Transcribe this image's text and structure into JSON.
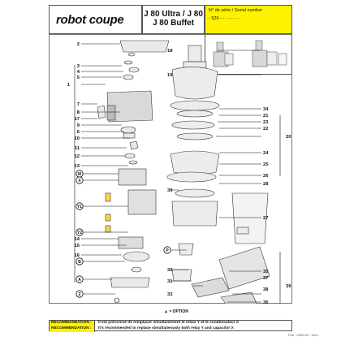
{
  "header": {
    "logo_text": "robot coupe",
    "model_line1": "J 80 Ultra / J 80",
    "model_line2": "J 80 Buffet",
    "serial_label": "N° de série / Serial number",
    "serial_value": "- 520 - - - - - - - -"
  },
  "legend": {
    "option_marker": "▲",
    "option_text": "= OPTION"
  },
  "recommendation": {
    "label_fr": "RECOMMANDATION :",
    "label_en": "RECOMMENDATION :",
    "text_fr": "Il est préconisé de remplacer simultanément le relais Y et le condensateur X",
    "text_en": "It's recommended to replace simultaneously both relay Y and capacitor X"
  },
  "footer": {
    "ref": "Pub : 0000.00 - Vers."
  },
  "callouts_left": [
    "2",
    "3",
    "4",
    "5",
    "1",
    "7",
    "8",
    "17",
    "9",
    "6",
    "10",
    "11",
    "12",
    "13",
    "M",
    "X",
    "Y1",
    "Y2",
    "14",
    "15",
    "16",
    "B",
    "A",
    "Z"
  ],
  "callouts_right": [
    "18",
    "19",
    "34",
    "21",
    "23",
    "22",
    "20",
    "24",
    "25",
    "26",
    "28",
    "30",
    "27",
    "P",
    "32",
    "35",
    "31",
    "39",
    "33",
    "36",
    "37",
    "38"
  ],
  "colors": {
    "yellow": "#fff200",
    "line": "#111111"
  }
}
